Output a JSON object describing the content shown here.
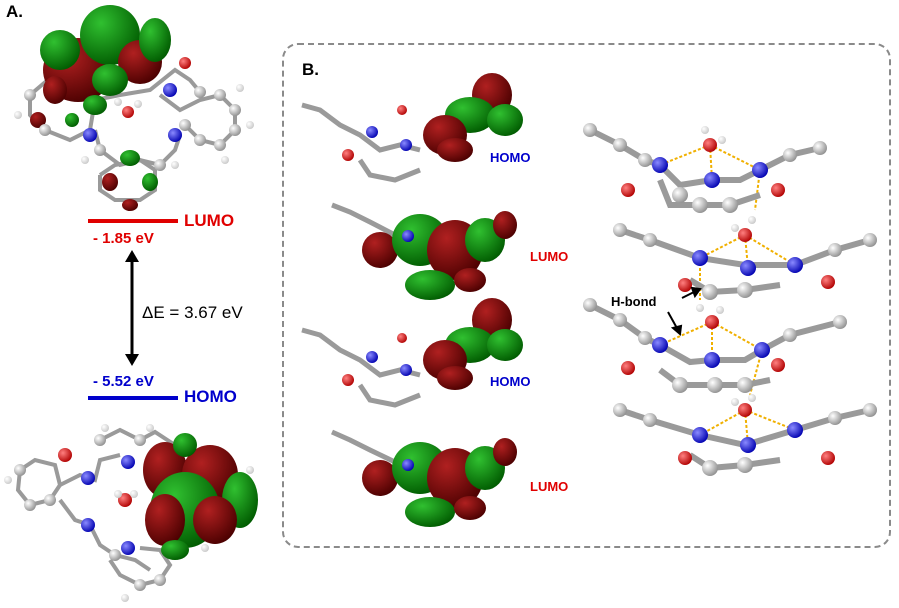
{
  "panel_a": {
    "label": "A.",
    "lumo": {
      "tag": "LUMO",
      "energy": "- 1.85 eV",
      "color": "#e00000"
    },
    "homo": {
      "tag": "HOMO",
      "energy": "- 5.52 eV",
      "color": "#0000cc"
    },
    "gap_text": "ΔE = 3.67 eV"
  },
  "panel_b": {
    "label": "B.",
    "orbital_tags": [
      {
        "text": "HOMO",
        "color": "#0000cc"
      },
      {
        "text": "LUMO",
        "color": "#e00000"
      },
      {
        "text": "HOMO",
        "color": "#0000cc"
      },
      {
        "text": "LUMO",
        "color": "#e00000"
      }
    ],
    "hbond_label": "H-bond"
  },
  "colors": {
    "carbon": "#b8b8b8",
    "nitrogen": "#1f1fe0",
    "oxygen": "#e00000",
    "hydrogen": "#f2f2f2",
    "lobe_red": "#7a0a0a",
    "lobe_green": "#0f8a14",
    "hbond": "#f0b000"
  }
}
